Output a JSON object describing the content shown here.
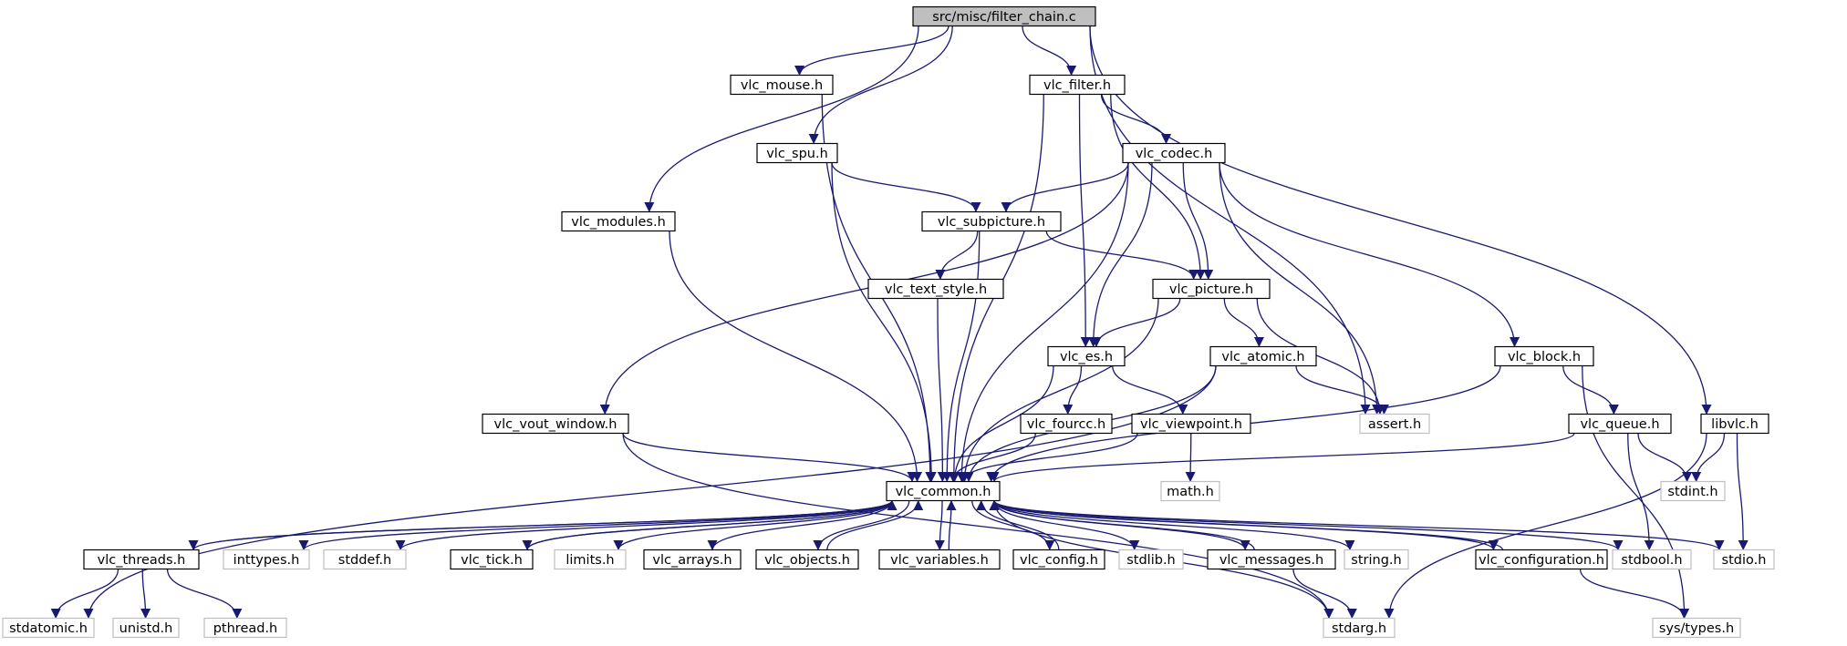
{
  "graph": {
    "nodes": [
      {
        "id": "filter_chain",
        "label": "src/misc/filter_chain.c",
        "style": "root"
      },
      {
        "id": "vlc_mouse",
        "label": "vlc_mouse.h",
        "style": "documented"
      },
      {
        "id": "vlc_filter",
        "label": "vlc_filter.h",
        "style": "documented"
      },
      {
        "id": "vlc_spu",
        "label": "vlc_spu.h",
        "style": "documented"
      },
      {
        "id": "vlc_codec",
        "label": "vlc_codec.h",
        "style": "documented"
      },
      {
        "id": "vlc_modules",
        "label": "vlc_modules.h",
        "style": "documented"
      },
      {
        "id": "vlc_subpicture",
        "label": "vlc_subpicture.h",
        "style": "documented"
      },
      {
        "id": "vlc_text_style",
        "label": "vlc_text_style.h",
        "style": "documented"
      },
      {
        "id": "vlc_picture",
        "label": "vlc_picture.h",
        "style": "documented"
      },
      {
        "id": "vlc_es",
        "label": "vlc_es.h",
        "style": "documented"
      },
      {
        "id": "vlc_atomic",
        "label": "vlc_atomic.h",
        "style": "documented"
      },
      {
        "id": "vlc_block",
        "label": "vlc_block.h",
        "style": "documented"
      },
      {
        "id": "vlc_vout_window",
        "label": "vlc_vout_window.h",
        "style": "documented"
      },
      {
        "id": "vlc_fourcc",
        "label": "vlc_fourcc.h",
        "style": "documented"
      },
      {
        "id": "vlc_viewpoint",
        "label": "vlc_viewpoint.h",
        "style": "documented"
      },
      {
        "id": "assert",
        "label": "assert.h",
        "style": "external"
      },
      {
        "id": "vlc_queue",
        "label": "vlc_queue.h",
        "style": "documented"
      },
      {
        "id": "libvlc",
        "label": "libvlc.h",
        "style": "documented"
      },
      {
        "id": "vlc_common",
        "label": "vlc_common.h",
        "style": "documented"
      },
      {
        "id": "math",
        "label": "math.h",
        "style": "external"
      },
      {
        "id": "stdint",
        "label": "stdint.h",
        "style": "external"
      },
      {
        "id": "vlc_threads",
        "label": "vlc_threads.h",
        "style": "documented"
      },
      {
        "id": "inttypes",
        "label": "inttypes.h",
        "style": "external"
      },
      {
        "id": "stddef",
        "label": "stddef.h",
        "style": "external"
      },
      {
        "id": "vlc_tick",
        "label": "vlc_tick.h",
        "style": "documented"
      },
      {
        "id": "limits",
        "label": "limits.h",
        "style": "external"
      },
      {
        "id": "vlc_arrays",
        "label": "vlc_arrays.h",
        "style": "documented"
      },
      {
        "id": "vlc_objects",
        "label": "vlc_objects.h",
        "style": "documented"
      },
      {
        "id": "vlc_variables",
        "label": "vlc_variables.h",
        "style": "documented"
      },
      {
        "id": "vlc_config",
        "label": "vlc_config.h",
        "style": "documented"
      },
      {
        "id": "stdlib",
        "label": "stdlib.h",
        "style": "external"
      },
      {
        "id": "vlc_messages",
        "label": "vlc_messages.h",
        "style": "documented"
      },
      {
        "id": "string",
        "label": "string.h",
        "style": "external"
      },
      {
        "id": "vlc_configuration",
        "label": "vlc_configuration.h",
        "style": "documented"
      },
      {
        "id": "stdbool",
        "label": "stdbool.h",
        "style": "external"
      },
      {
        "id": "stdio",
        "label": "stdio.h",
        "style": "external"
      },
      {
        "id": "stdatomic",
        "label": "stdatomic.h",
        "style": "external"
      },
      {
        "id": "unistd",
        "label": "unistd.h",
        "style": "external"
      },
      {
        "id": "pthread",
        "label": "pthread.h",
        "style": "external"
      },
      {
        "id": "stdarg",
        "label": "stdarg.h",
        "style": "external"
      },
      {
        "id": "sys_types",
        "label": "sys/types.h",
        "style": "external"
      }
    ],
    "edges": [
      {
        "from": "filter_chain",
        "to": "vlc_mouse"
      },
      {
        "from": "filter_chain",
        "to": "vlc_filter"
      },
      {
        "from": "filter_chain",
        "to": "vlc_spu"
      },
      {
        "from": "filter_chain",
        "to": "vlc_modules"
      },
      {
        "from": "filter_chain",
        "to": "assert"
      },
      {
        "from": "filter_chain",
        "to": "libvlc"
      },
      {
        "from": "vlc_mouse",
        "to": "vlc_common"
      },
      {
        "from": "vlc_filter",
        "to": "vlc_codec"
      },
      {
        "from": "vlc_filter",
        "to": "vlc_picture"
      },
      {
        "from": "vlc_filter",
        "to": "vlc_es"
      },
      {
        "from": "vlc_filter",
        "to": "vlc_common"
      },
      {
        "from": "vlc_spu",
        "to": "vlc_subpicture"
      },
      {
        "from": "vlc_spu",
        "to": "vlc_common"
      },
      {
        "from": "vlc_modules",
        "to": "vlc_common"
      },
      {
        "from": "vlc_codec",
        "to": "vlc_subpicture"
      },
      {
        "from": "vlc_codec",
        "to": "vlc_picture"
      },
      {
        "from": "vlc_codec",
        "to": "vlc_es"
      },
      {
        "from": "vlc_codec",
        "to": "vlc_block"
      },
      {
        "from": "vlc_codec",
        "to": "vlc_vout_window"
      },
      {
        "from": "vlc_codec",
        "to": "assert"
      },
      {
        "from": "vlc_codec",
        "to": "vlc_common"
      },
      {
        "from": "vlc_subpicture",
        "to": "vlc_text_style"
      },
      {
        "from": "vlc_subpicture",
        "to": "vlc_picture"
      },
      {
        "from": "vlc_subpicture",
        "to": "vlc_common"
      },
      {
        "from": "vlc_text_style",
        "to": "vlc_common"
      },
      {
        "from": "vlc_picture",
        "to": "vlc_es"
      },
      {
        "from": "vlc_picture",
        "to": "vlc_atomic"
      },
      {
        "from": "vlc_picture",
        "to": "assert"
      },
      {
        "from": "vlc_picture",
        "to": "vlc_common"
      },
      {
        "from": "vlc_es",
        "to": "vlc_fourcc"
      },
      {
        "from": "vlc_es",
        "to": "vlc_viewpoint"
      },
      {
        "from": "vlc_es",
        "to": "vlc_common"
      },
      {
        "from": "vlc_atomic",
        "to": "assert"
      },
      {
        "from": "vlc_atomic",
        "to": "stdatomic"
      },
      {
        "from": "vlc_atomic",
        "to": "vlc_common"
      },
      {
        "from": "vlc_block",
        "to": "vlc_queue"
      },
      {
        "from": "vlc_block",
        "to": "vlc_common"
      },
      {
        "from": "vlc_block",
        "to": "sys_types"
      },
      {
        "from": "vlc_vout_window",
        "to": "vlc_common"
      },
      {
        "from": "vlc_vout_window",
        "to": "stdarg"
      },
      {
        "from": "vlc_fourcc",
        "to": "vlc_common"
      },
      {
        "from": "vlc_viewpoint",
        "to": "vlc_common"
      },
      {
        "from": "vlc_viewpoint",
        "to": "math"
      },
      {
        "from": "vlc_queue",
        "to": "vlc_common"
      },
      {
        "from": "vlc_queue",
        "to": "stdint"
      },
      {
        "from": "vlc_queue",
        "to": "stdbool"
      },
      {
        "from": "libvlc",
        "to": "stdint"
      },
      {
        "from": "libvlc",
        "to": "stdio"
      },
      {
        "from": "libvlc",
        "to": "stdarg"
      },
      {
        "from": "vlc_common",
        "to": "vlc_threads"
      },
      {
        "from": "vlc_common",
        "to": "inttypes"
      },
      {
        "from": "vlc_common",
        "to": "stddef"
      },
      {
        "from": "vlc_common",
        "to": "vlc_tick"
      },
      {
        "from": "vlc_common",
        "to": "limits"
      },
      {
        "from": "vlc_common",
        "to": "vlc_arrays"
      },
      {
        "from": "vlc_common",
        "to": "vlc_objects"
      },
      {
        "from": "vlc_common",
        "to": "vlc_variables"
      },
      {
        "from": "vlc_common",
        "to": "vlc_config"
      },
      {
        "from": "vlc_common",
        "to": "stdlib"
      },
      {
        "from": "vlc_common",
        "to": "vlc_messages"
      },
      {
        "from": "vlc_common",
        "to": "string"
      },
      {
        "from": "vlc_common",
        "to": "vlc_configuration"
      },
      {
        "from": "vlc_common",
        "to": "stdbool"
      },
      {
        "from": "vlc_common",
        "to": "stdio"
      },
      {
        "from": "vlc_common",
        "to": "stdarg"
      },
      {
        "from": "vlc_threads",
        "to": "vlc_common"
      },
      {
        "from": "vlc_threads",
        "to": "stdatomic"
      },
      {
        "from": "vlc_threads",
        "to": "unistd"
      },
      {
        "from": "vlc_threads",
        "to": "pthread"
      },
      {
        "from": "vlc_tick",
        "to": "vlc_common"
      },
      {
        "from": "vlc_objects",
        "to": "vlc_common"
      },
      {
        "from": "vlc_variables",
        "to": "vlc_common"
      },
      {
        "from": "vlc_config",
        "to": "vlc_common"
      },
      {
        "from": "vlc_messages",
        "to": "vlc_common"
      },
      {
        "from": "vlc_messages",
        "to": "stdarg"
      },
      {
        "from": "vlc_configuration",
        "to": "vlc_common"
      },
      {
        "from": "vlc_configuration",
        "to": "sys_types"
      }
    ]
  },
  "colors": {
    "edge": "#191970",
    "documented_border": "#000000",
    "external_border": "#bfbfbf",
    "root_fill": "#bfbfbf",
    "text": "#000000"
  }
}
